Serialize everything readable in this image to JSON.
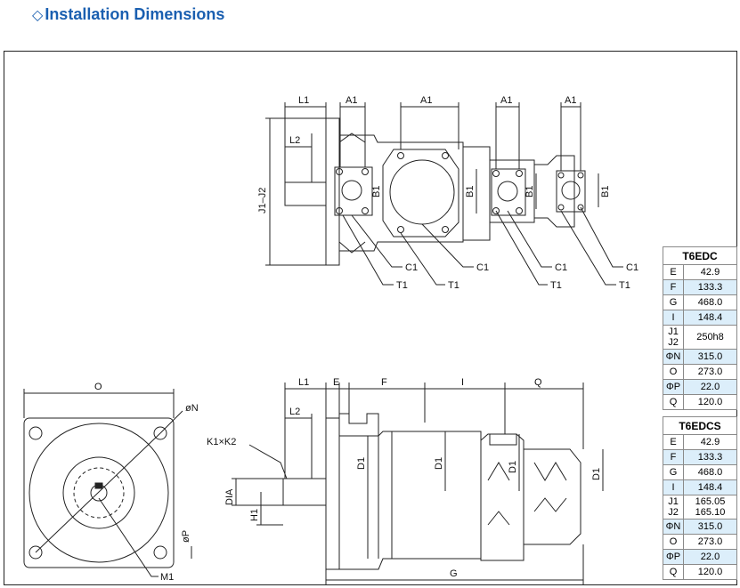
{
  "header": {
    "marker": "◇",
    "title": "Installation Dimensions"
  },
  "drawing": {
    "top_view": {
      "labels": {
        "l1": "L1",
        "l2": "L2",
        "a1": "A1",
        "j1j2": "J1–J2",
        "b1": "B1",
        "c1": "C1",
        "t1": "T1"
      }
    },
    "front_view": {
      "labels": {
        "o": "O",
        "n": "øN",
        "p": "øP",
        "m1": "M1"
      }
    },
    "side_view": {
      "labels": {
        "l1": "L1",
        "e": "E",
        "f": "F",
        "i": "I",
        "q": "Q",
        "l2": "L2",
        "k": "K1×K2",
        "dia": "DIA",
        "h1": "H1",
        "d1": "D1",
        "g": "G"
      }
    }
  },
  "tables": [
    {
      "model": "T6EDC",
      "rows": [
        {
          "key": "E",
          "value": "42.9"
        },
        {
          "key": "F",
          "value": "133.3"
        },
        {
          "key": "G",
          "value": "468.0"
        },
        {
          "key": "I",
          "value": "148.4"
        },
        {
          "key": "J1\nJ2",
          "value": "250h8"
        },
        {
          "key": "ΦN",
          "value": "315.0"
        },
        {
          "key": "O",
          "value": "273.0"
        },
        {
          "key": "ΦP",
          "value": "22.0"
        },
        {
          "key": "Q",
          "value": "120.0"
        }
      ]
    },
    {
      "model": "T6EDCS",
      "rows": [
        {
          "key": "E",
          "value": "42.9"
        },
        {
          "key": "F",
          "value": "133.3"
        },
        {
          "key": "G",
          "value": "468.0"
        },
        {
          "key": "I",
          "value": "148.4"
        },
        {
          "key": "J1\nJ2",
          "value": "165.05\n165.10"
        },
        {
          "key": "ΦN",
          "value": "315.0"
        },
        {
          "key": "O",
          "value": "273.0"
        },
        {
          "key": "ΦP",
          "value": "22.0"
        },
        {
          "key": "Q",
          "value": "120.0"
        }
      ]
    }
  ],
  "colors": {
    "title": "#1a5fb0",
    "table_highlight": "#dceefa"
  }
}
